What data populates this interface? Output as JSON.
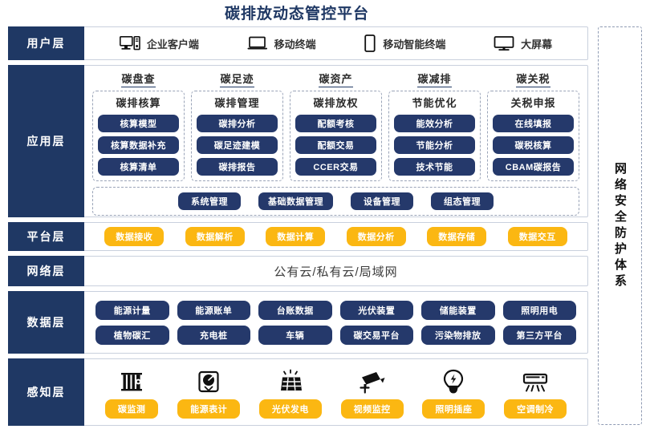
{
  "title": "碳排放动态管控平台",
  "colors": {
    "navy": "#1f3864",
    "pill_navy": "#25396b",
    "yellow": "#fbb712",
    "border": "#c9d0dd"
  },
  "security_column": {
    "label": "网络安全防护体系"
  },
  "layers": {
    "user": {
      "label": "用户层",
      "items": [
        {
          "icon": "desktop-tower-icon",
          "label": "企业客户端"
        },
        {
          "icon": "laptop-icon",
          "label": "移动终端"
        },
        {
          "icon": "smartphone-icon",
          "label": "移动智能终端"
        },
        {
          "icon": "monitor-icon",
          "label": "大屏幕"
        }
      ]
    },
    "application": {
      "label": "应用层",
      "columns": [
        {
          "head": "碳盘查",
          "sub": "碳排核算",
          "items": [
            "核算模型",
            "核算数据补充",
            "核算清单"
          ]
        },
        {
          "head": "碳足迹",
          "sub": "碳排管理",
          "items": [
            "碳排分析",
            "碳足迹建模",
            "碳排报告"
          ]
        },
        {
          "head": "碳资产",
          "sub": "碳排放权",
          "items": [
            "配额考核",
            "配额交易",
            "CCER交易"
          ]
        },
        {
          "head": "碳减排",
          "sub": "节能优化",
          "items": [
            "能效分析",
            "节能分析",
            "技术节能"
          ]
        },
        {
          "head": "碳关税",
          "sub": "关税申报",
          "items": [
            "在线填报",
            "碳税核算",
            "CBAM碳报告"
          ]
        }
      ],
      "bottom_items": [
        "系统管理",
        "基础数据管理",
        "设备管理",
        "组态管理"
      ]
    },
    "platform": {
      "label": "平台层",
      "items": [
        "数据接收",
        "数据解析",
        "数据计算",
        "数据分析",
        "数据存储",
        "数据交互"
      ]
    },
    "network": {
      "label": "网络层",
      "text": "公有云/私有云/局域网"
    },
    "data": {
      "label": "数据层",
      "row1": [
        "能源计量",
        "能源账单",
        "台账数据",
        "光伏装置",
        "储能装置",
        "照明用电"
      ],
      "row2": [
        "植物碳汇",
        "充电桩",
        "车辆",
        "碳交易平台",
        "污染物排放",
        "第三方平台"
      ]
    },
    "perception": {
      "label": "感知层",
      "items": [
        {
          "icon": "carbon-monitor-icon",
          "label": "碳监测"
        },
        {
          "icon": "energy-meter-icon",
          "label": "能源表计"
        },
        {
          "icon": "solar-panel-icon",
          "label": "光伏发电"
        },
        {
          "icon": "cctv-camera-icon",
          "label": "视频监控"
        },
        {
          "icon": "lightbulb-icon",
          "label": "照明插座"
        },
        {
          "icon": "air-conditioner-icon",
          "label": "空调制冷"
        }
      ]
    }
  }
}
